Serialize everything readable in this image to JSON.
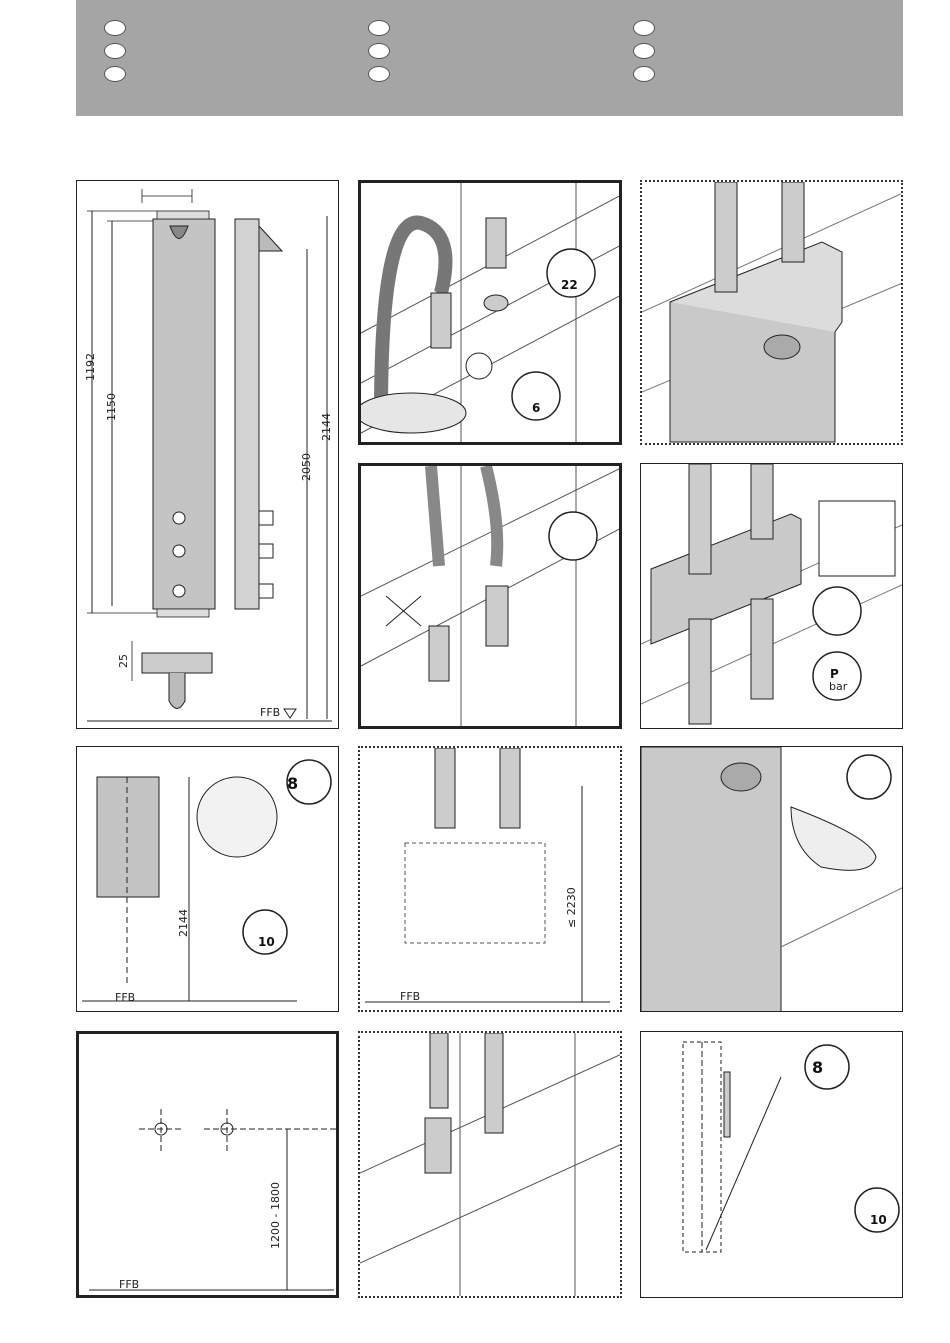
{
  "header": {
    "language_slots": 9
  },
  "panels": {
    "dimensions": {
      "d1192": "1192",
      "d1150": "1150",
      "d2050": "2050",
      "d2144": "2144",
      "d25": "25",
      "floor": "FFB"
    },
    "hose_connect": {
      "wrench_size_22": "22",
      "wrench_size_6": "6"
    },
    "mount_bracket": {
      "drill_size": "8",
      "wrench_size": "10",
      "height": "2144",
      "floor": "FFB"
    },
    "height_limit": {
      "max_height": "≤ 2230",
      "floor": "FFB"
    },
    "wall_marks": {
      "range": "1200 - 1800",
      "floor": "FFB"
    },
    "final_mount": {
      "drill_size": "8",
      "wrench_size": "10"
    },
    "pressure_check": {
      "pressure_unit": "bar",
      "pressure_symbol": "P"
    }
  },
  "colors": {
    "header_bg": "#a5a5a5",
    "panel_gray": "#c8c8c8",
    "line": "#222222"
  }
}
